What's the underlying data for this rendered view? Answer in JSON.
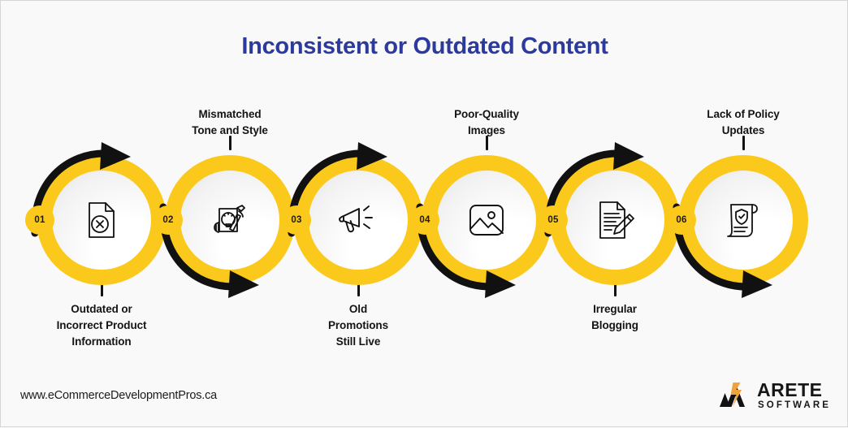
{
  "page": {
    "title": "Inconsistent or Outdated Content",
    "background_color": "#f9f9fa",
    "title_color": "#2b3a9c",
    "accent_color": "#fbc91b",
    "arrow_color": "#111111"
  },
  "steps": [
    {
      "number": "01",
      "icon": "document-error-icon",
      "caption": "Outdated or\nIncorrect Product\nInformation",
      "caption_position": "bottom",
      "arrow_position": "top"
    },
    {
      "number": "02",
      "icon": "hands-lightbulb-icon",
      "caption": "Mismatched\nTone and Style",
      "caption_position": "top",
      "arrow_position": "bottom"
    },
    {
      "number": "03",
      "icon": "megaphone-icon",
      "caption": "Old\nPromotions\nStill Live",
      "caption_position": "bottom",
      "arrow_position": "top"
    },
    {
      "number": "04",
      "icon": "image-photo-icon",
      "caption": "Poor-Quality\nImages",
      "caption_position": "top",
      "arrow_position": "bottom"
    },
    {
      "number": "05",
      "icon": "document-pencil-icon",
      "caption": "Irregular\nBlogging",
      "caption_position": "bottom",
      "arrow_position": "top"
    },
    {
      "number": "06",
      "icon": "policy-shield-scroll-icon",
      "caption": "Lack of Policy\nUpdates",
      "caption_position": "top",
      "arrow_position": "bottom"
    }
  ],
  "footer": {
    "url": "www.eCommerceDevelopmentPros.ca",
    "logo_name": "ARETE",
    "logo_subtitle": "SOFTWARE"
  }
}
